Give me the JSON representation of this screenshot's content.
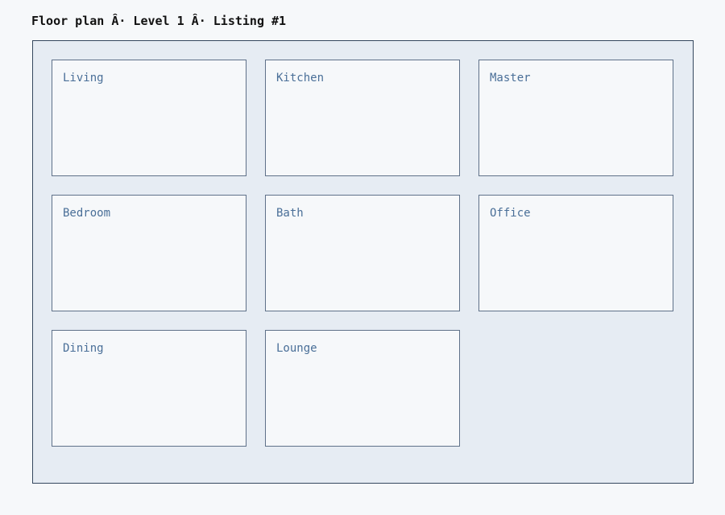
{
  "header": {
    "title": "Floor plan Â· Level 1 Â· Listing #1"
  },
  "rooms": [
    {
      "label": "Living"
    },
    {
      "label": "Kitchen"
    },
    {
      "label": "Master"
    },
    {
      "label": "Bedroom"
    },
    {
      "label": "Bath"
    },
    {
      "label": "Office"
    },
    {
      "label": "Dining"
    },
    {
      "label": "Lounge"
    }
  ],
  "colors": {
    "plan_background": "#e6ecf3",
    "plan_border": "#35485e",
    "room_background": "#f6f8fa",
    "room_border": "#5f7189",
    "room_label": "#4a6f98"
  }
}
